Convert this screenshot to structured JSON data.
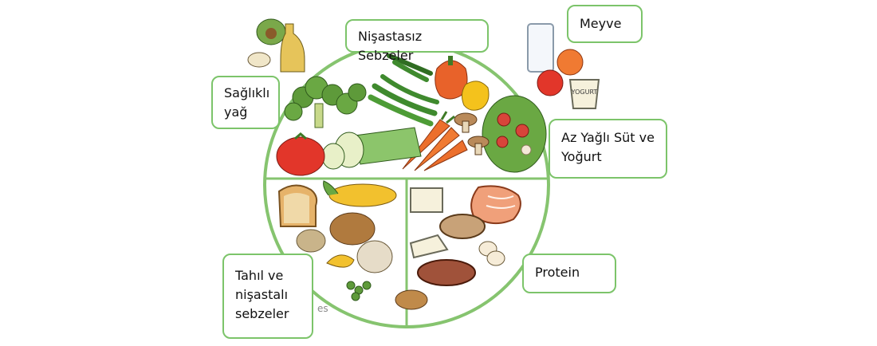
{
  "labels": {
    "nonstarchy_veg": "Nişastasız Sebzeler",
    "fruit": "Meyve",
    "healthy_fat_lines": [
      "Sağlıklı",
      "yağ"
    ],
    "dairy_lines": [
      "Az Yağlı Süt ve",
      "Yoğurt"
    ],
    "grains_lines": [
      "Tahıl ve",
      "nişastalı",
      "sebzeler"
    ],
    "protein": "Protein"
  },
  "fragment_text": "es",
  "yogurt_cup_text": "YOGURT",
  "colors": {
    "plate_border": "#7cc46a",
    "label_border": "#7cc46a",
    "text": "#111111"
  }
}
